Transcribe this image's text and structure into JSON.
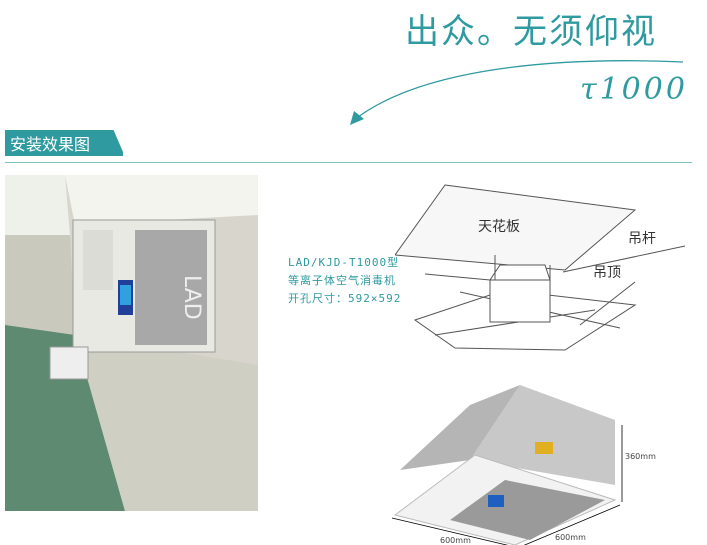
{
  "header": {
    "slogan": "出众。无须仰视",
    "model": "τ1000"
  },
  "section": {
    "title": "安装效果图"
  },
  "diagram": {
    "ceiling_label": "天花板",
    "rod_label": "吊杆",
    "suspended_ceiling_label": "吊顶",
    "product_lines": [
      "LAD/KJD-T1000型",
      "等离子体空气消毒机",
      "开孔尺寸：592×592"
    ]
  },
  "product": {
    "brand": "LAD",
    "height": "360mm",
    "width": "600mm",
    "depth": "600mm"
  },
  "colors": {
    "accent": "#2f9aa0"
  }
}
